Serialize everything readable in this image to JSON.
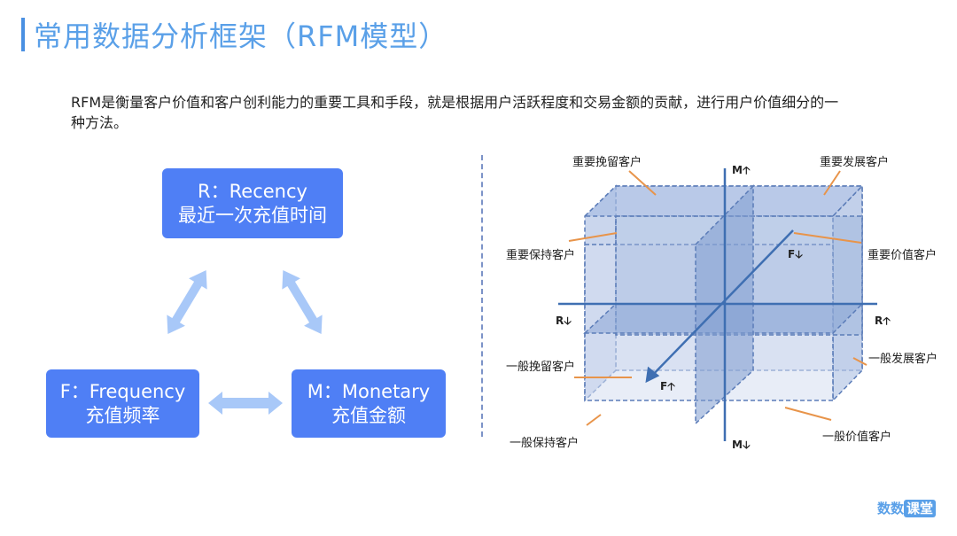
{
  "title": "常用数据分析框架（RFM模型）",
  "intro": "RFM是衡量客户价值和客户创利能力的重要工具和手段，就是根据用户活跃程度和交易金额的贡献，进行用户价值细分的一种方法。",
  "boxes": {
    "r": {
      "en": "R：Recency",
      "cn": "最近一次充值时间"
    },
    "f": {
      "en": "F：Frequency",
      "cn": "充值频率"
    },
    "m": {
      "en": "M：Monetary",
      "cn": "充值金额"
    }
  },
  "cube": {
    "axes": {
      "m_up": "M",
      "m_down": "M",
      "r_left": "R",
      "r_right": "R",
      "f_back": "F",
      "f_front": "F"
    },
    "labels": {
      "top_left": "重要挽留客户",
      "top_right": "重要发展客户",
      "mid_left": "重要保持客户",
      "mid_right": "重要价值客户",
      "low_left": "一般挽留客户",
      "low_right": "一般发展客户",
      "bottom_left": "一般保持客户",
      "bottom_right": "一般价值客户"
    }
  },
  "logo": {
    "a": "数数",
    "b": "课堂"
  },
  "colors": {
    "box": "#4f7ff5",
    "arrow": "#a8c8f8",
    "title": "#5aa0e8",
    "cube_face": "#8fa9d6",
    "leader": "#e8944a"
  }
}
